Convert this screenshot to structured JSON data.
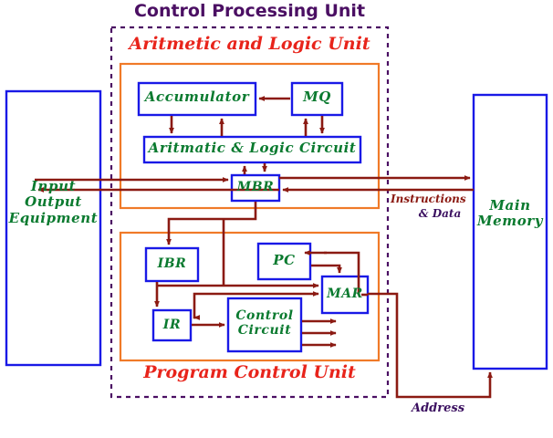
{
  "diagram": {
    "title": "Control Processing Unit",
    "groups": {
      "alu": "Aritmetic and Logic Unit",
      "pcu": "Program Control Unit"
    },
    "boxes": {
      "io": "Input\nOutput\nEquipment",
      "main_memory": "Main\nMemory",
      "accumulator": "Accumulator",
      "mq": "MQ",
      "alu_circuit": "Aritmatic & Logic Circuit",
      "mbr": "MBR",
      "ibr": "IBR",
      "pc": "PC",
      "mar": "MAR",
      "ir": "IR",
      "control_circuit": "Control\nCircuit"
    },
    "annotations": {
      "instructions": "Instructions",
      "and_data": "& Data",
      "address": "Address"
    },
    "colors": {
      "box_border": "#1919e6",
      "box_text": "#0a7a2f",
      "group_border": "#f07a28",
      "group_text": "#e8241b",
      "cpu_border": "#4b0f63",
      "title_text": "#4b0f63",
      "arrow": "#8b1a12",
      "background": "#ffffff"
    }
  }
}
